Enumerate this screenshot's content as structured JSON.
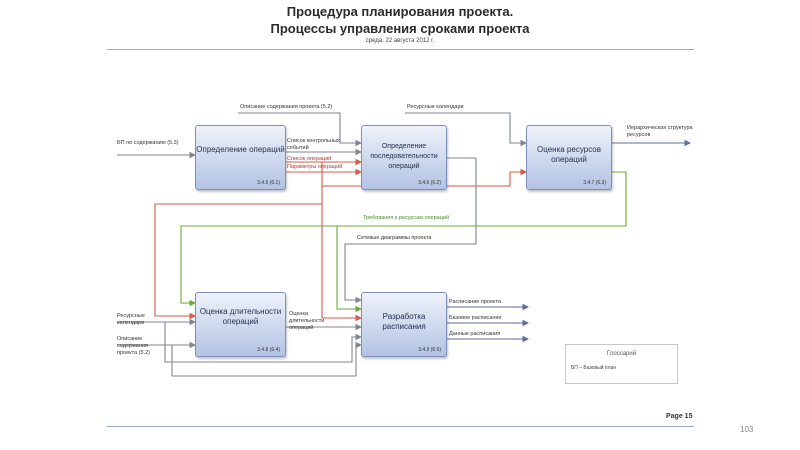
{
  "header": {
    "title_line1": "Процедура планирования проекта.",
    "title_line2": "Процессы управления сроками проекта",
    "date": "среда, 22 августа 2012 г."
  },
  "processes": [
    {
      "name": "Определение операций",
      "code": "3.4.5 (6.1)"
    },
    {
      "name": "Определение последовательности операций",
      "code": "3.4.6 (6.2)"
    },
    {
      "name": "Оценка ресурсов операций",
      "code": "3.4.7 (6.3)"
    },
    {
      "name": "Оценка длительности операций",
      "code": "3.4.8 (6.4)"
    },
    {
      "name": "Разработка расписания",
      "code": "3.4.9 (6.5)"
    }
  ],
  "flows": {
    "scope_description_top": "Описание содержания проекта (5.2)",
    "resource_calendars_top": "Ресурсные календари",
    "scope_baseline": "БП по содержанию (5.3)",
    "milestones_list": "Список контрольных событий",
    "activity_list": "Список операций",
    "activity_attributes": "Параметры операций",
    "rbs": "Иерархическая структура ресурсов",
    "resource_requirements": "Требования к ресурсам операций",
    "network_diagrams": "Сетевые диаграммы проекта",
    "resource_calendars_left": "Ресурсные календари",
    "scope_description_left": "Описание содержания проекта (5.2)",
    "duration_estimates": "Оценка длительности операций",
    "schedule": "Расписание проекта",
    "schedule_baseline": "Базовое расписание",
    "schedule_data": "Данные расписания"
  },
  "colors": {
    "box_border": "#7d8fb8",
    "arrow_default": "#7f8593",
    "arrow_red": "#d45a4a",
    "arrow_green": "#6aaa3a",
    "arrow_blue": "#5b6f9a"
  },
  "glossary": {
    "title": "Глоссарий",
    "item": "БП – Базовый план"
  },
  "footer": {
    "page": "Page 15",
    "slide_number": "103"
  }
}
